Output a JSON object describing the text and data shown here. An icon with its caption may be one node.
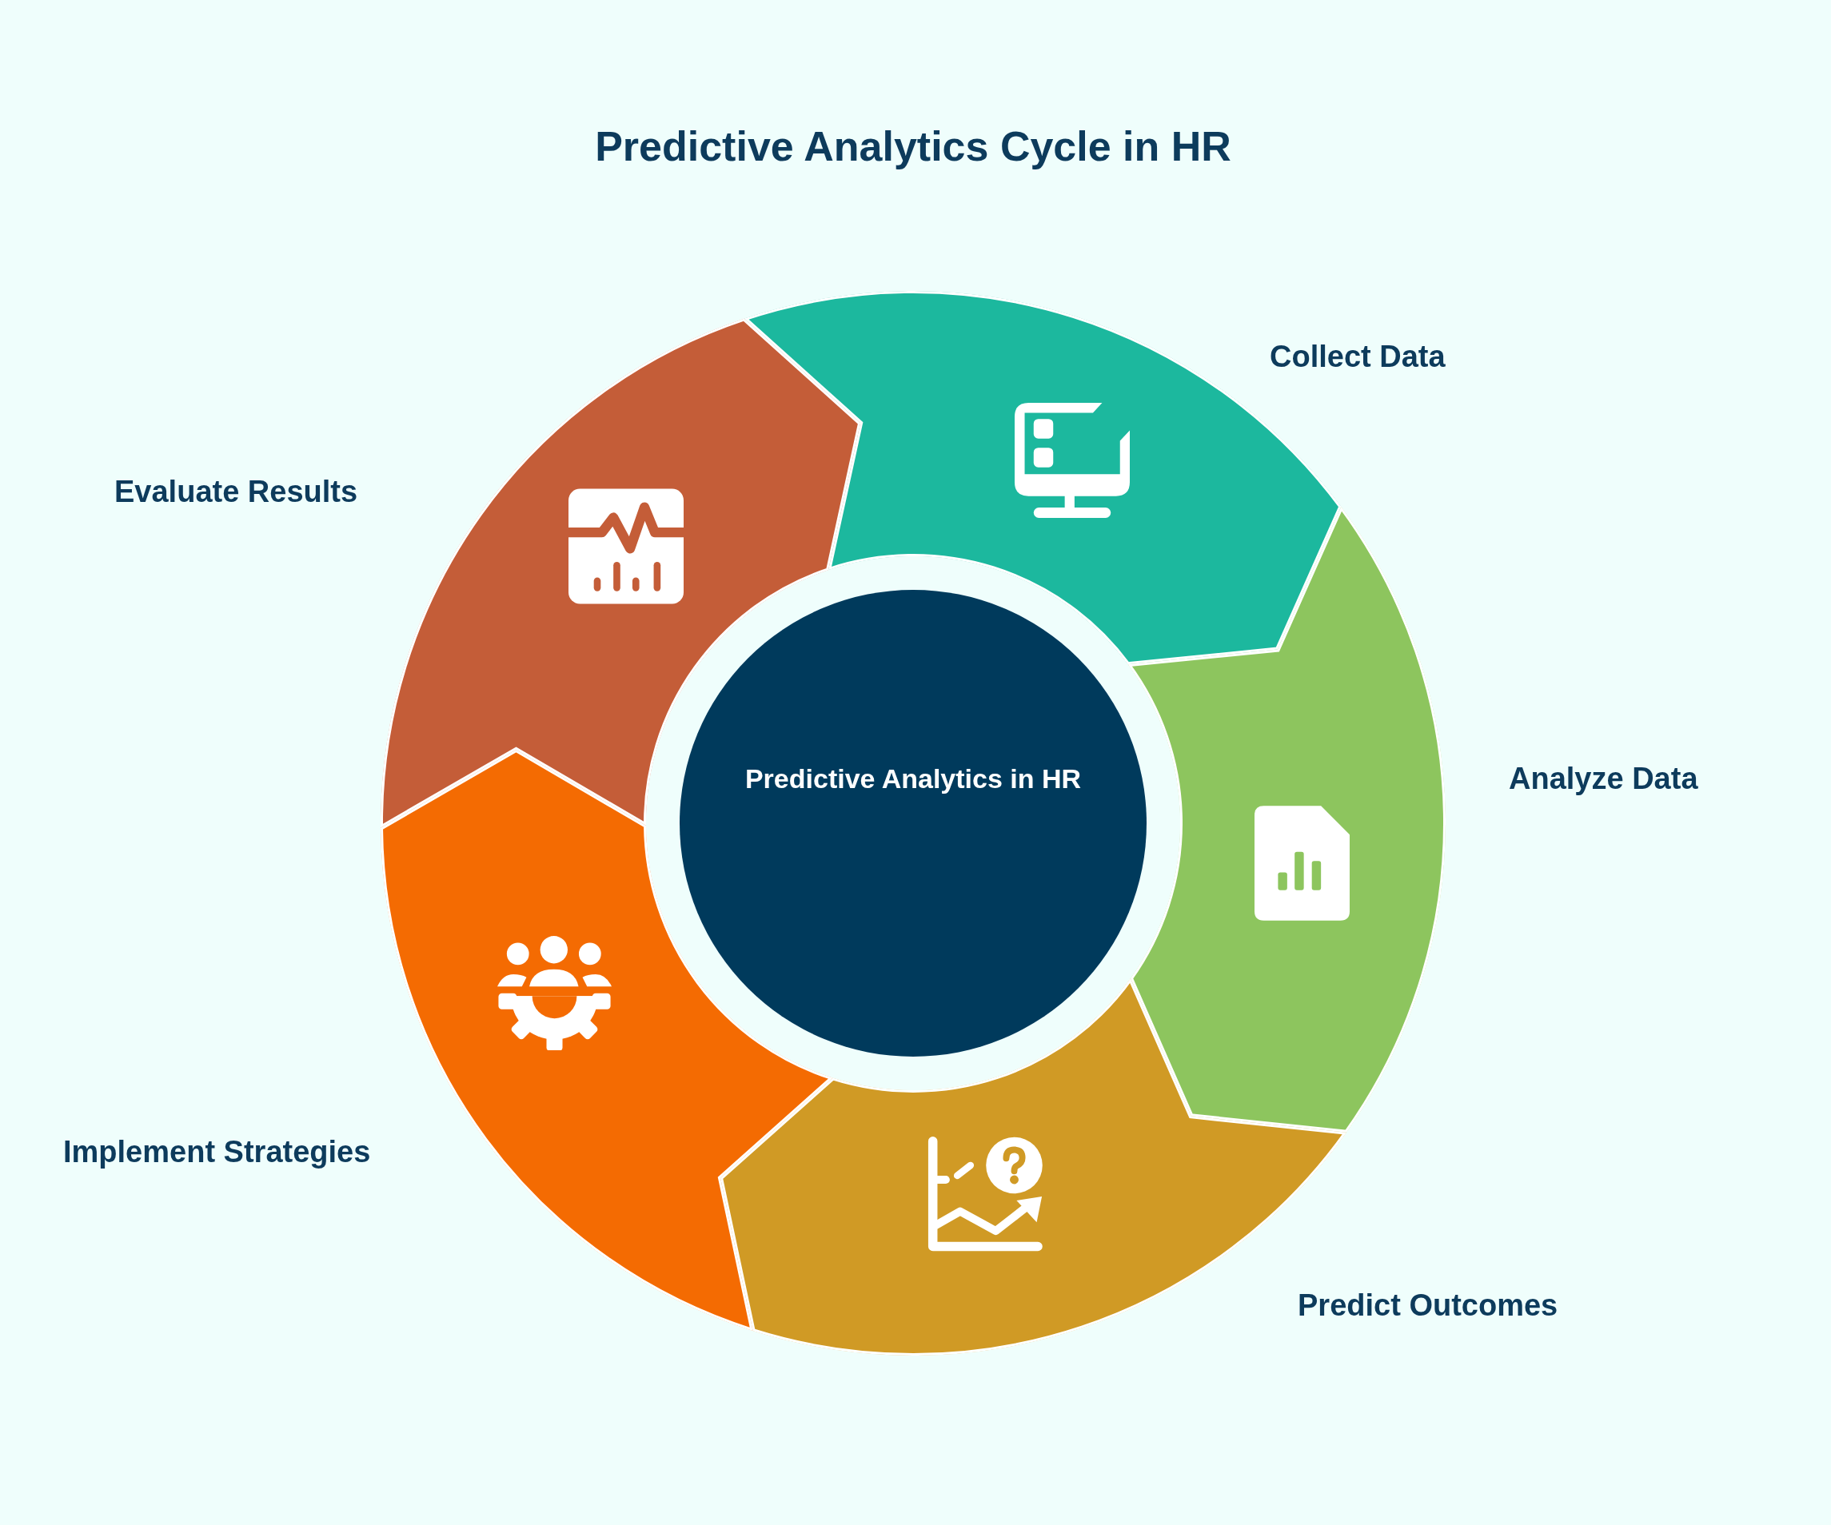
{
  "diagram": {
    "title": "Predictive Analytics Cycle in HR",
    "nodes": [
      {
        "text": [
          "Predictive Analytics in HR"
        ]
      },
      {
        "text": [
          "Collect Data"
        ]
      },
      {
        "text": [
          "Analyze Data"
        ]
      },
      {
        "text": [
          "Predict Outcomes"
        ]
      },
      {
        "text": [
          "Implement Strategies"
        ]
      },
      {
        "text": [
          "Evaluate Results"
        ]
      }
    ]
  }
}
